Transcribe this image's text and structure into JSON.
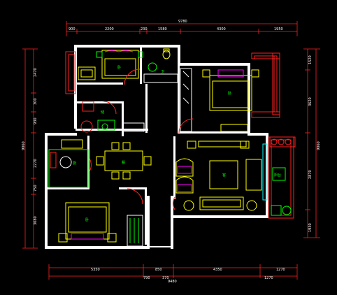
{
  "dimensions": {
    "top_total": "9780",
    "top_segments": [
      "900",
      "2200",
      "230",
      "1580",
      "4300",
      "1950"
    ],
    "bottom_total": "9480",
    "bottom_segments": [
      "5350",
      "850",
      "4350",
      "1270"
    ],
    "bottom_sub": [
      "790",
      "370",
      "1270"
    ],
    "left_total": "9060",
    "left_segments": [
      "2470",
      "300",
      "930",
      "2270",
      "750",
      "3080"
    ],
    "right_segments": [
      "1520",
      "3620",
      "2870",
      "1930"
    ],
    "right_total": "9060"
  },
  "rooms": {
    "master_bedroom": "卧",
    "second_bedroom": "卧",
    "bathroom": "卫",
    "kitchen": "厨",
    "dining": "餐",
    "living": "客",
    "bedroom3": "卧",
    "balcony": "阳台",
    "storage": "储",
    "washroom": "卫"
  },
  "colors": {
    "background": "#000000",
    "wall": "#ffffff",
    "dimension": "#ff2020",
    "furniture": "#ffff00",
    "fixture": "#00ff00",
    "window": "#00ffff",
    "accent": "#ff00ff"
  }
}
